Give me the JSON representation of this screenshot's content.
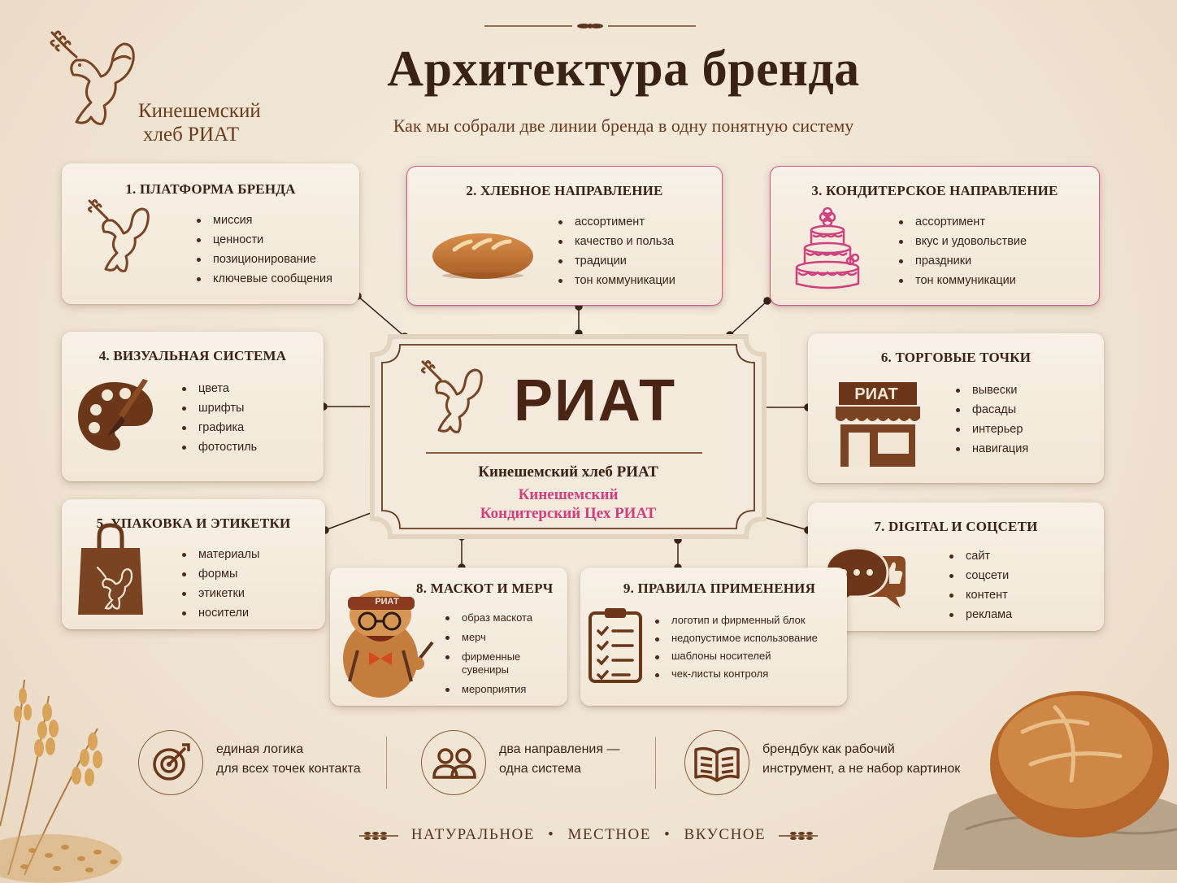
{
  "logo": {
    "line1": "Кинешемский",
    "line2": "хлеб РИАТ"
  },
  "header": {
    "title": "Архитектура бренда",
    "subtitle": "Как мы собрали две линии бренда в одну понятную систему"
  },
  "cards": [
    {
      "title": "1. ПЛАТФОРМА БРЕНДА",
      "items": [
        "миссия",
        "ценности",
        "позиционирование",
        "ключевые сообщения"
      ]
    },
    {
      "title": "2. ХЛЕБНОЕ НАПРАВЛЕНИЕ",
      "items": [
        "ассортимент",
        "качество и польза",
        "традиции",
        "тон коммуникации"
      ]
    },
    {
      "title": "3. КОНДИТЕРСКОЕ НАПРАВЛЕНИЕ",
      "items": [
        "ассортимент",
        "вкус и удовольствие",
        "праздники",
        "тон коммуникации"
      ]
    },
    {
      "title": "4. ВИЗУАЛЬНАЯ СИСТЕМА",
      "items": [
        "цвета",
        "шрифты",
        "графика",
        "фотостиль"
      ]
    },
    {
      "title": "5. УПАКОВКА И ЭТИКЕТКИ",
      "items": [
        "материалы",
        "формы",
        "этикетки",
        "носители"
      ]
    },
    {
      "title": "6. ТОРГОВЫЕ ТОЧКИ",
      "items": [
        "вывески",
        "фасады",
        "интерьер",
        "навигация"
      ],
      "sign": "РИАТ"
    },
    {
      "title": "7. DIGITAL И СОЦСЕТИ",
      "items": [
        "сайт",
        "соцсети",
        "контент",
        "реклама"
      ]
    },
    {
      "title": "8. МАСКОТ И МЕРЧ",
      "items": [
        "образ маскота",
        "мерч",
        "фирменные сувениры",
        "мероприятия"
      ],
      "mascot_band": "РИАТ"
    },
    {
      "title": "9. ПРАВИЛА ПРИМЕНЕНИЯ",
      "items": [
        "логотип и фирменный блок",
        "недопустимое использование",
        "шаблоны носителей",
        "чек-листы контроля"
      ]
    }
  ],
  "center": {
    "word": "РИАТ",
    "line1": "Кинешемский хлеб РИАТ",
    "line2": "Кинешемский",
    "line3": "Кондитерский Цех РИАТ"
  },
  "benefits": [
    {
      "icon": "target-icon",
      "line1": "единая логика",
      "line2": "для всех точек контакта"
    },
    {
      "icon": "people-icon",
      "line1": "два направления —",
      "line2": "одна система"
    },
    {
      "icon": "book-icon",
      "line1": "брендбук как рабочий",
      "line2": "инструмент, а не набор картинок"
    }
  ],
  "footer": {
    "w1": "НАТУРАЛЬНОЕ",
    "w2": "МЕСТНОЕ",
    "w3": "ВКУСНОЕ"
  },
  "colors": {
    "brown": "#4a2a17",
    "pink": "#d9578f",
    "background": "#f2e7d8"
  }
}
